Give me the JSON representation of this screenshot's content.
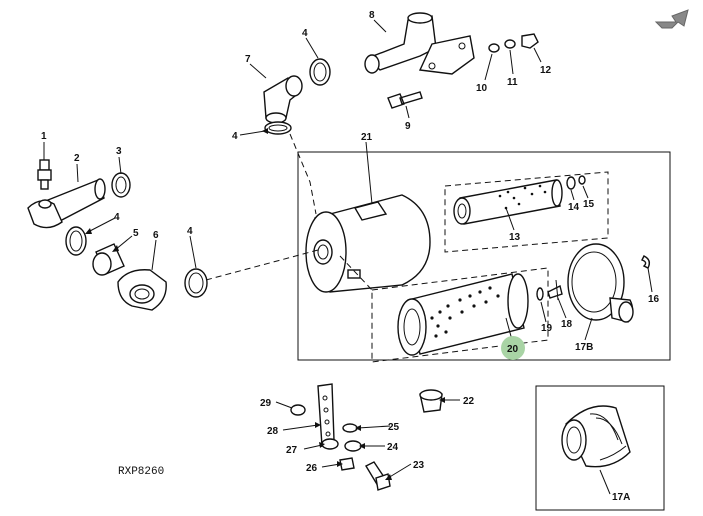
{
  "diagram": {
    "ref_code": "RXP8260",
    "labels": {
      "p1": "1",
      "p2": "2",
      "p3": "3",
      "p4a": "4",
      "p4b": "4",
      "p4c": "4",
      "p4d": "4",
      "p5": "5",
      "p6": "6",
      "p7": "7",
      "p8": "8",
      "p9": "9",
      "p10": "10",
      "p11": "11",
      "p12": "12",
      "p13": "13",
      "p14": "14",
      "p15": "15",
      "p16": "16",
      "p17a": "17A",
      "p17b": "17B",
      "p18": "18",
      "p19": "19",
      "p20": "20",
      "p21": "21",
      "p22": "22",
      "p23": "23",
      "p24": "24",
      "p25": "25",
      "p26": "26",
      "p27": "27",
      "p28": "28",
      "p29": "29"
    },
    "highlight_color": "#a9d4a5",
    "corner_icon": "arrow-up-right-icon"
  }
}
